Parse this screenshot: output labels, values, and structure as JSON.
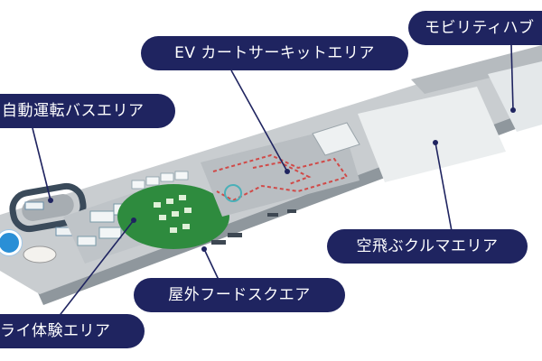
{
  "labels": {
    "ev_kart": "EV カートサーキットエリア",
    "mobility_hub": "モビリティハブ",
    "autonomous_bus": "自動運転バスエリア",
    "flying_car": "空飛ぶクルマエリア",
    "outdoor_food": "屋外フードスクエア",
    "trial_experience": "ライ体験エリア"
  },
  "colors": {
    "label_bg": "#1f2460",
    "label_text": "#ffffff",
    "leader_line": "#1f2460",
    "location_dot": "#2a8fd6",
    "food_area": "#2e8b3e",
    "site_ground": "#c9cdd0"
  }
}
